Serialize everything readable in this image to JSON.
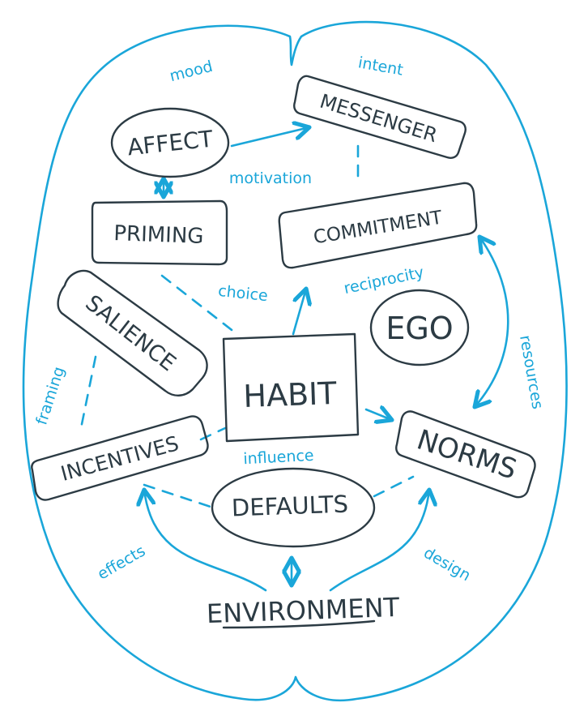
{
  "nodes": {
    "affect": "AFFECT",
    "messenger": "MESSENGER",
    "priming": "PRIMING",
    "commitment": "COMMITMENT",
    "salience": "SALIENCE",
    "ego": "EGO",
    "habit": "HABIT",
    "incentives": "INCENTIVES",
    "norms": "NORMS",
    "defaults": "DEFAULTS",
    "environment": "ENVIRONMENT"
  },
  "relations": {
    "mood": "mood",
    "intent": "intent",
    "motivation": "motivation",
    "choice": "choice",
    "reciprocity": "reciprocity",
    "resources": "resources",
    "framing": "framing",
    "influence": "influence",
    "effects": "effects",
    "design": "design"
  },
  "colors": {
    "ink": "#2c3b44",
    "accent": "#1aa6d9"
  }
}
